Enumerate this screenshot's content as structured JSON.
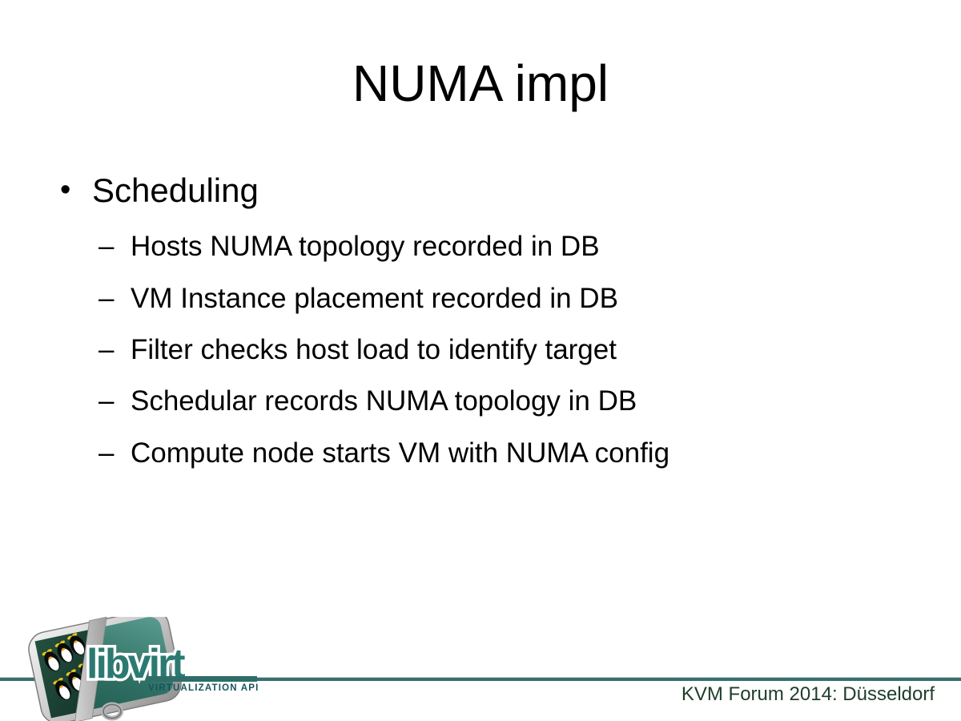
{
  "slide": {
    "title": "NUMA impl",
    "bullet_char": "•",
    "dash_char": "–",
    "heading": "Scheduling",
    "sub_bullets": [
      "Hosts NUMA topology recorded in DB",
      "VM Instance placement recorded in DB",
      "Filter checks host load to identify target",
      "Schedular records NUMA topology in DB",
      "Compute node starts VM with NUMA config"
    ]
  },
  "logo": {
    "wordmark": "libvirt",
    "subtitle": "VIRTUALIZATION API",
    "icon": "libvirt-penguin-box-icon"
  },
  "footer": {
    "caption": "KVM Forum 2014: Düsseldorf"
  },
  "colors": {
    "background": "#ffffff",
    "text": "#000000",
    "footer_text": "#1e3d2a",
    "rule_teal": "#386e6e",
    "logo_teal": "#2b7a72",
    "logo_subtitle_teal": "#14555c",
    "logo_panel_dark": "#1d5248",
    "penguin_yellow": "#e8c21a"
  }
}
